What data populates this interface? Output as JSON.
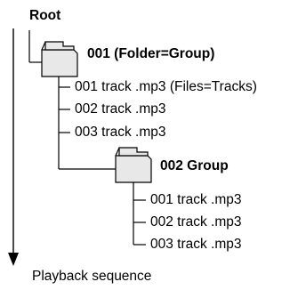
{
  "root": {
    "label": "Root"
  },
  "groups": [
    {
      "label": "001 (Folder=Group)",
      "tracks": [
        "001 track .mp3 (Files=Tracks)",
        "002 track .mp3",
        "003 track .mp3"
      ]
    },
    {
      "label": "002 Group",
      "tracks": [
        "001 track .mp3",
        "002 track .mp3",
        "003 track .mp3"
      ]
    }
  ],
  "playback": {
    "label": "Playback sequence"
  },
  "icons": {
    "folder": "folder-icon",
    "arrow": "arrow-down-icon"
  }
}
